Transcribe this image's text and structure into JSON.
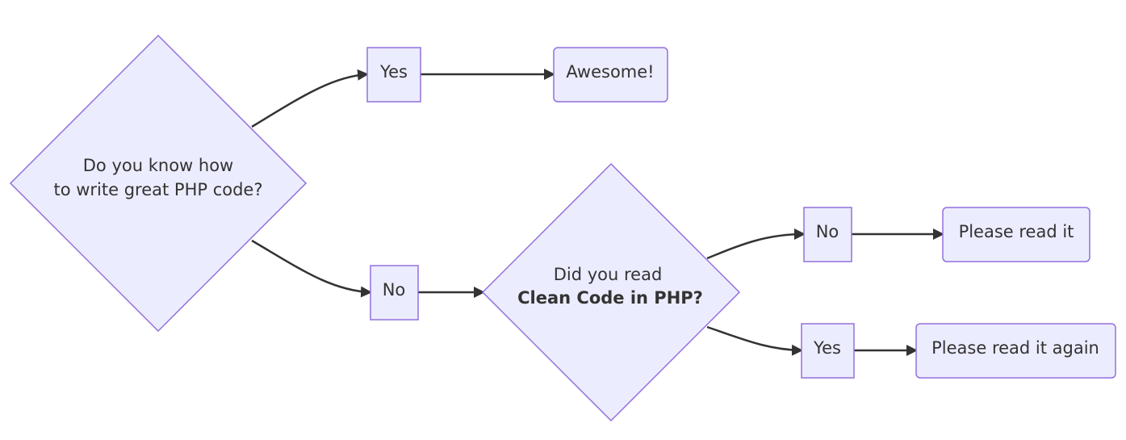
{
  "diagram": {
    "type": "flowchart",
    "colors": {
      "node_fill": "#ececff",
      "node_stroke": "#9370db",
      "edge": "#333333",
      "text": "#333333"
    },
    "nodes": {
      "question_php": {
        "shape": "diamond",
        "lines": [
          "Do you know how",
          "to write great PHP code?"
        ]
      },
      "yes_1": {
        "shape": "box",
        "label": "Yes"
      },
      "awesome": {
        "shape": "rounded-box",
        "label": "Awesome!"
      },
      "no_1": {
        "shape": "box",
        "label": "No"
      },
      "question_clean_code": {
        "shape": "diamond",
        "lines": [
          "Did you read",
          "Clean Code in PHP?"
        ]
      },
      "no_2": {
        "shape": "box",
        "label": "No"
      },
      "read_it": {
        "shape": "rounded-box",
        "label": "Please read it"
      },
      "yes_2": {
        "shape": "box",
        "label": "Yes"
      },
      "read_again": {
        "shape": "rounded-box",
        "label": "Please read it again"
      }
    },
    "edges": [
      {
        "from": "question_php",
        "to": "yes_1"
      },
      {
        "from": "yes_1",
        "to": "awesome"
      },
      {
        "from": "question_php",
        "to": "no_1"
      },
      {
        "from": "no_1",
        "to": "question_clean_code"
      },
      {
        "from": "question_clean_code",
        "to": "no_2"
      },
      {
        "from": "no_2",
        "to": "read_it"
      },
      {
        "from": "question_clean_code",
        "to": "yes_2"
      },
      {
        "from": "yes_2",
        "to": "read_again"
      }
    ]
  }
}
